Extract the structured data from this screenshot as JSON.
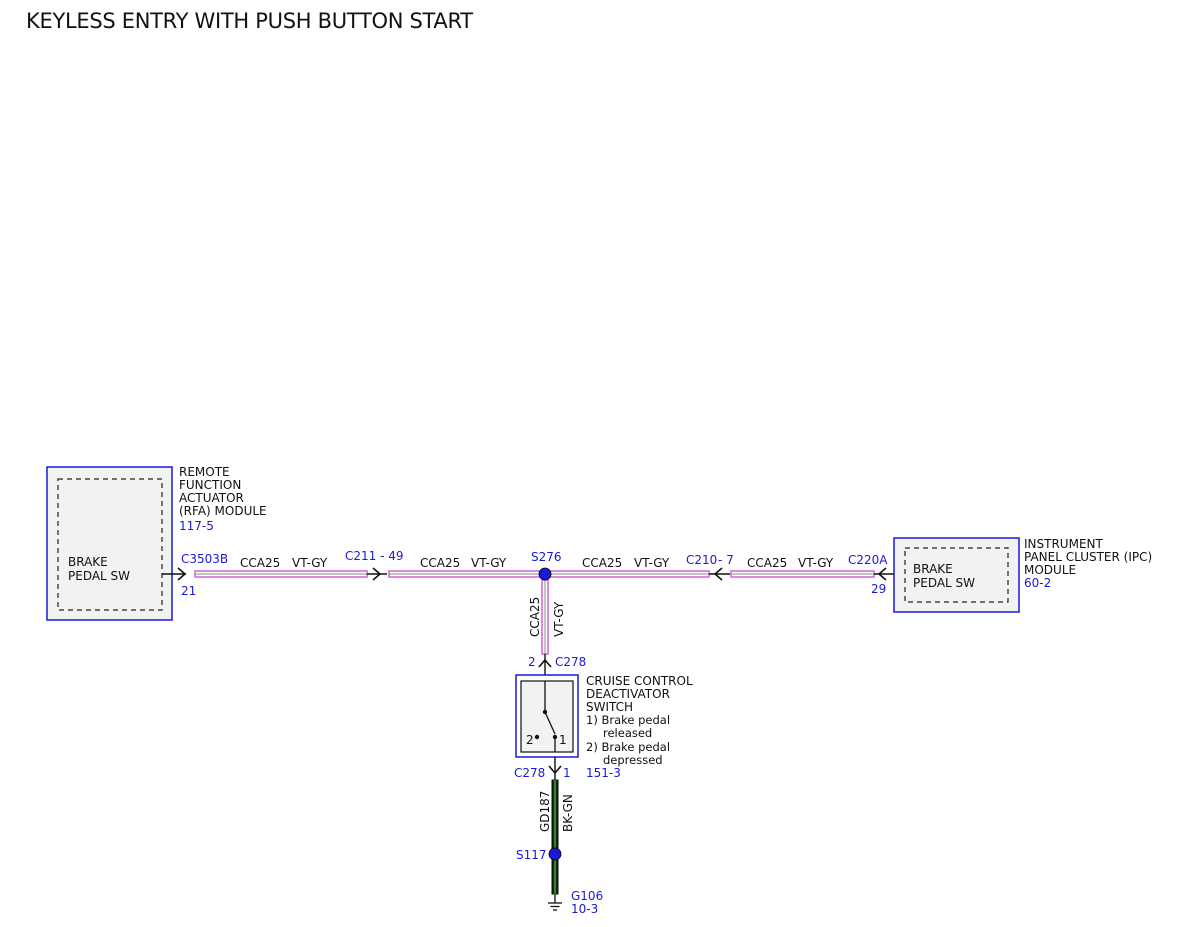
{
  "title": "KEYLESS ENTRY WITH PUSH BUTTON START",
  "rfa": {
    "inner_line1": "BRAKE",
    "inner_line2": "PEDAL SW",
    "label": [
      "REMOTE",
      "FUNCTION",
      "ACTUATOR",
      "(RFA) MODULE"
    ],
    "ref": "117-5",
    "connector": "C3503B",
    "pin": "21"
  },
  "ipc": {
    "inner_line1": "BRAKE",
    "inner_line2": "PEDAL SW",
    "label": [
      "INSTRUMENT",
      "PANEL CLUSTER (IPC)",
      "MODULE"
    ],
    "ref": "60-2",
    "connector": "C220A",
    "pin": "29"
  },
  "wires": {
    "seg1": {
      "circuit": "CCA25",
      "color": "VT-GY"
    },
    "seg2": {
      "circuit": "CCA25",
      "color": "VT-GY"
    },
    "seg3": {
      "circuit": "CCA25",
      "color": "VT-GY"
    },
    "seg4": {
      "circuit": "CCA25",
      "color": "VT-GY"
    },
    "vert": {
      "circuit": "CCA25",
      "color": "VT-GY"
    },
    "ground": {
      "circuit": "GD187",
      "color": "BK-GN"
    }
  },
  "connectors": {
    "c211": "C211 - 49",
    "c210": "C210",
    "c210_pin": "- 7"
  },
  "splices": {
    "s276": "S276",
    "s117": "S117"
  },
  "cruise": {
    "top_pin": "2",
    "top_conn": "C278",
    "label": [
      "CRUISE CONTROL",
      "DEACTIVATOR",
      "SWITCH"
    ],
    "states": [
      "1) Brake pedal",
      "released",
      "2) Brake pedal",
      "depressed"
    ],
    "sw_pin2": "2",
    "sw_pin1": "1",
    "bottom_conn": "C278",
    "bottom_pin": "1",
    "ref": "151-3"
  },
  "ground": {
    "name": "G106",
    "ref": "10-3"
  },
  "colors": {
    "blue": "#1a1ad6",
    "wire_pink": "#d070d0",
    "wire_green": "#2a8a2a",
    "box_fill": "#f2f2f2"
  }
}
